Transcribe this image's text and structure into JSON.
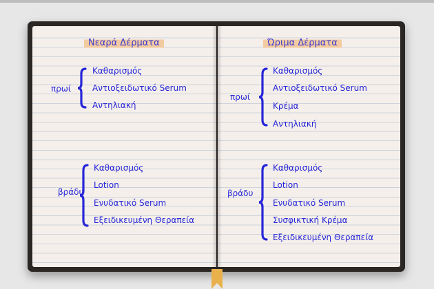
{
  "colors": {
    "ink": "#2626d8",
    "highlight": "#f3cba2",
    "cover": "#2a2624",
    "paper": "#f4efea",
    "ribbon": "#e9b14b"
  },
  "left_page": {
    "title": "Νεαρά Δέρματα",
    "morning": {
      "label": "πρωί",
      "steps": [
        "Καθαρισμός",
        "Αντιοξειδωτικό Serum",
        "Αντηλιακή"
      ]
    },
    "evening": {
      "label": "βράδυ",
      "steps": [
        "Καθαρισμός",
        "Lotion",
        "Ενυδατικό Serum",
        "Εξειδικευμένη Θεραπεία"
      ]
    }
  },
  "right_page": {
    "title": "Ώριμα Δέρματα",
    "morning": {
      "label": "πρωί",
      "steps": [
        "Καθαρισμός",
        "Αντιοξειδωτικό Serum",
        "Κρέμα",
        "Αντηλιακή"
      ]
    },
    "evening": {
      "label": "βράδυ",
      "steps": [
        "Καθαρισμός",
        "Lotion",
        "Ενυδατικό Serum",
        "Συσφικτική Κρέμα",
        "Εξειδικευμένη Θεραπεία"
      ]
    }
  }
}
